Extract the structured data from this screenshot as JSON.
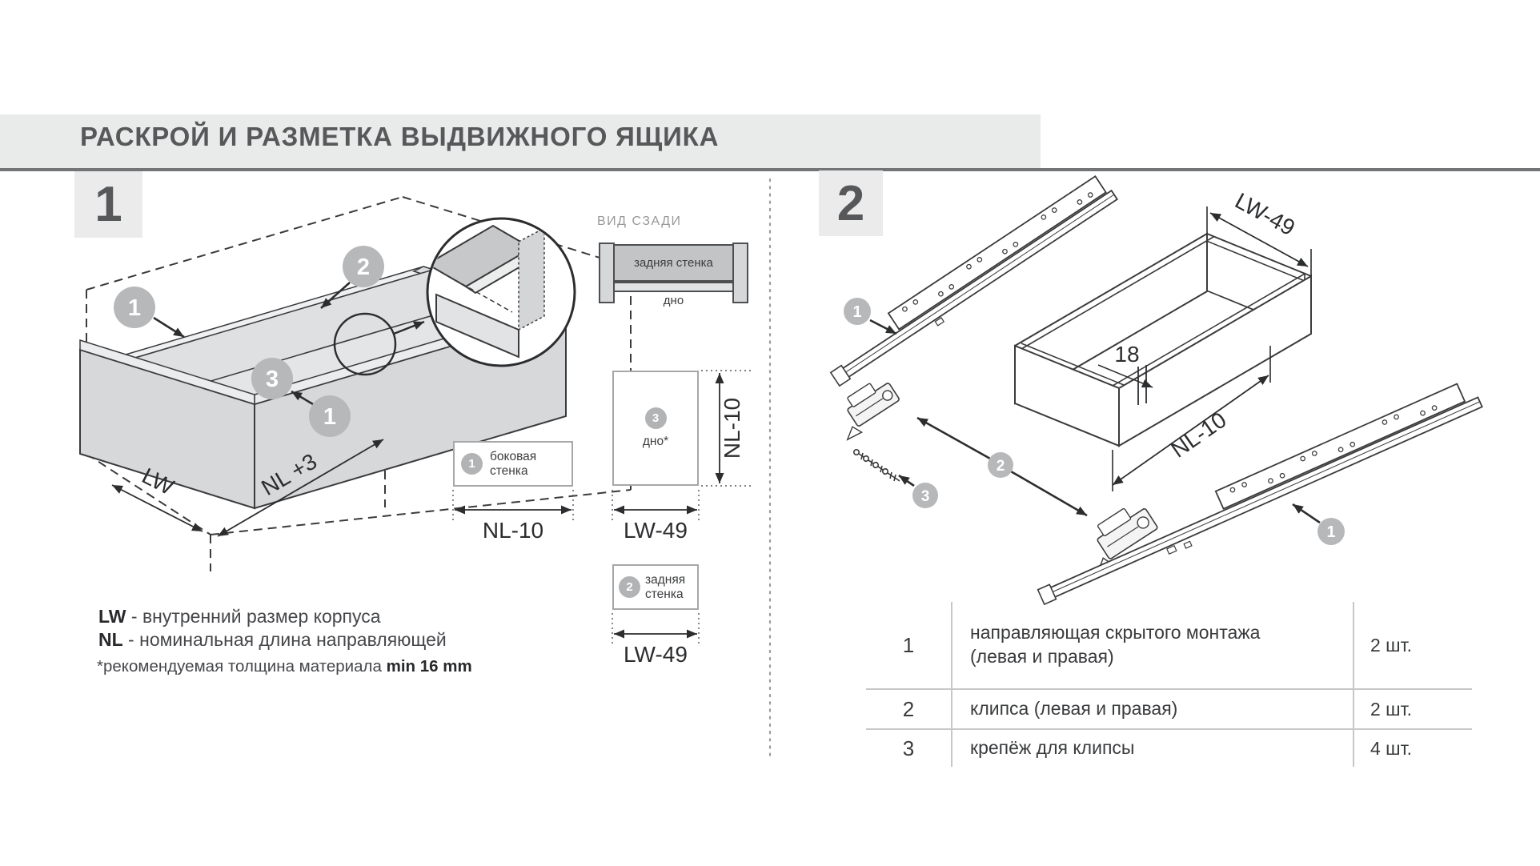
{
  "title": "РАСКРОЙ И РАЗМЕТКА ВЫДВИЖНОГО ЯЩИКА",
  "colors": {
    "title_band": "#e9eaea",
    "title_rule": "#737476",
    "badge_bg": "#ebebeb",
    "badge_number": "#57585a",
    "callout_circle": "#b7b8ba",
    "drawing_line": "#3b3b3d",
    "panel_mid_gray": "#c3c4c6",
    "panel_light_gray": "#d7d8da",
    "table_border": "#c6c7c9"
  },
  "section1": {
    "number": "1",
    "callouts": {
      "c1": "1",
      "c2": "2",
      "c3": "3"
    },
    "dims": {
      "lw": "LW",
      "nl3": "NL +3"
    },
    "rear_view": {
      "label": "ВИД СЗАДИ",
      "back_wall": "задняя стенка",
      "bottom": "дно"
    },
    "parts": {
      "side": {
        "num": "1",
        "line1": "боковая",
        "line2": "стенка",
        "dim_bottom": "NL-10"
      },
      "bottom": {
        "num": "3",
        "label": "дно*",
        "dim_right": "NL-10",
        "dim_bottom": "LW-49"
      },
      "back": {
        "num": "2",
        "line1": "задняя",
        "line2": "стенка",
        "dim_bottom": "LW-49"
      }
    },
    "legend": {
      "term1": "LW",
      "rest1": " - внутренний размер корпуса",
      "term2": "NL",
      "rest2": " - номинальная длина направляющей",
      "footnote_prefix": "*рекомендуемая толщина материала ",
      "footnote_bold": "min 16 mm"
    }
  },
  "section2": {
    "number": "2",
    "badges": {
      "b1": "1",
      "b2": "2",
      "b3": "3"
    },
    "dims": {
      "lw49": "LW-49",
      "t18": "18",
      "nl10": "NL-10"
    },
    "table": {
      "rows": [
        {
          "num": "1",
          "desc1": "направляющая скрытого монтажа",
          "desc2": "(левая и правая)",
          "qty": "2 шт."
        },
        {
          "num": "2",
          "desc1": "клипса (левая и правая)",
          "qty": "2 шт."
        },
        {
          "num": "3",
          "desc1": "крепёж для клипсы",
          "qty": "4 шт."
        }
      ]
    }
  }
}
